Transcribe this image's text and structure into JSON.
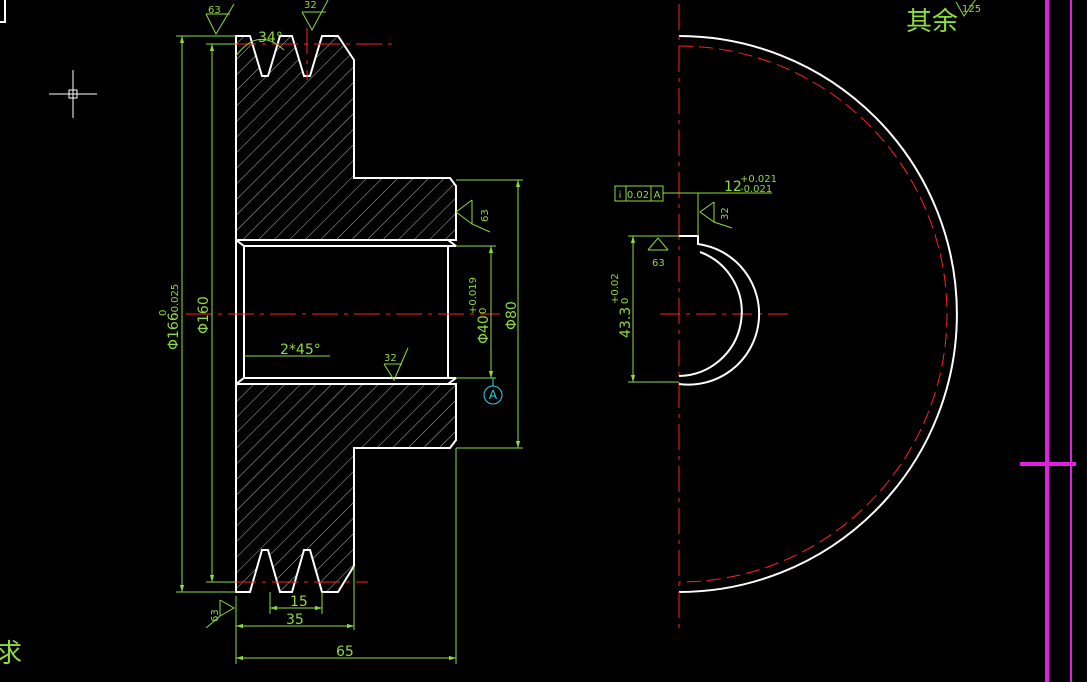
{
  "drawing": {
    "colors": {
      "background": "#000000",
      "outline": "#ffffff",
      "dimension": "#8ddc3a",
      "centerline": "#ff2020",
      "datum": "#2fd4e8",
      "border": "#e020e0"
    },
    "section_view": {
      "roughness_top_left": "63",
      "roughness_top_groove": "32",
      "groove_angle": "34°",
      "dia_outer_label": "Φ166",
      "dia_outer_tol_upper": "0",
      "dia_outer_tol_lower": "-0.025",
      "dia_groove": "Φ160",
      "chamfer": "2*45°",
      "roughness_bore": "32",
      "roughness_hub": "63",
      "dia_bore_label": "Φ40",
      "dia_bore_tol_upper": "+0.019",
      "dia_bore_tol_lower": "0",
      "dia_hub": "Φ80",
      "datum_label": "A",
      "roughness_bottom_left": "63",
      "dim_groove_pitch": "15",
      "dim_groove_width": "35",
      "dim_total_width": "65"
    },
    "end_view": {
      "tolerance_frame": [
        "i",
        "0.02",
        "A"
      ],
      "keyway_width": "12",
      "keyway_tol_upper": "+0.021",
      "keyway_tol_lower": "-0.021",
      "roughness_keyway": "32",
      "roughness_keyway_side": "63",
      "keyway_depth": "43.3",
      "keyway_depth_tol_upper": "+0.02",
      "keyway_depth_tol_lower": "0"
    },
    "notes": {
      "top_right": "其余",
      "top_right_roughness": "125",
      "bottom_left": "求"
    }
  }
}
